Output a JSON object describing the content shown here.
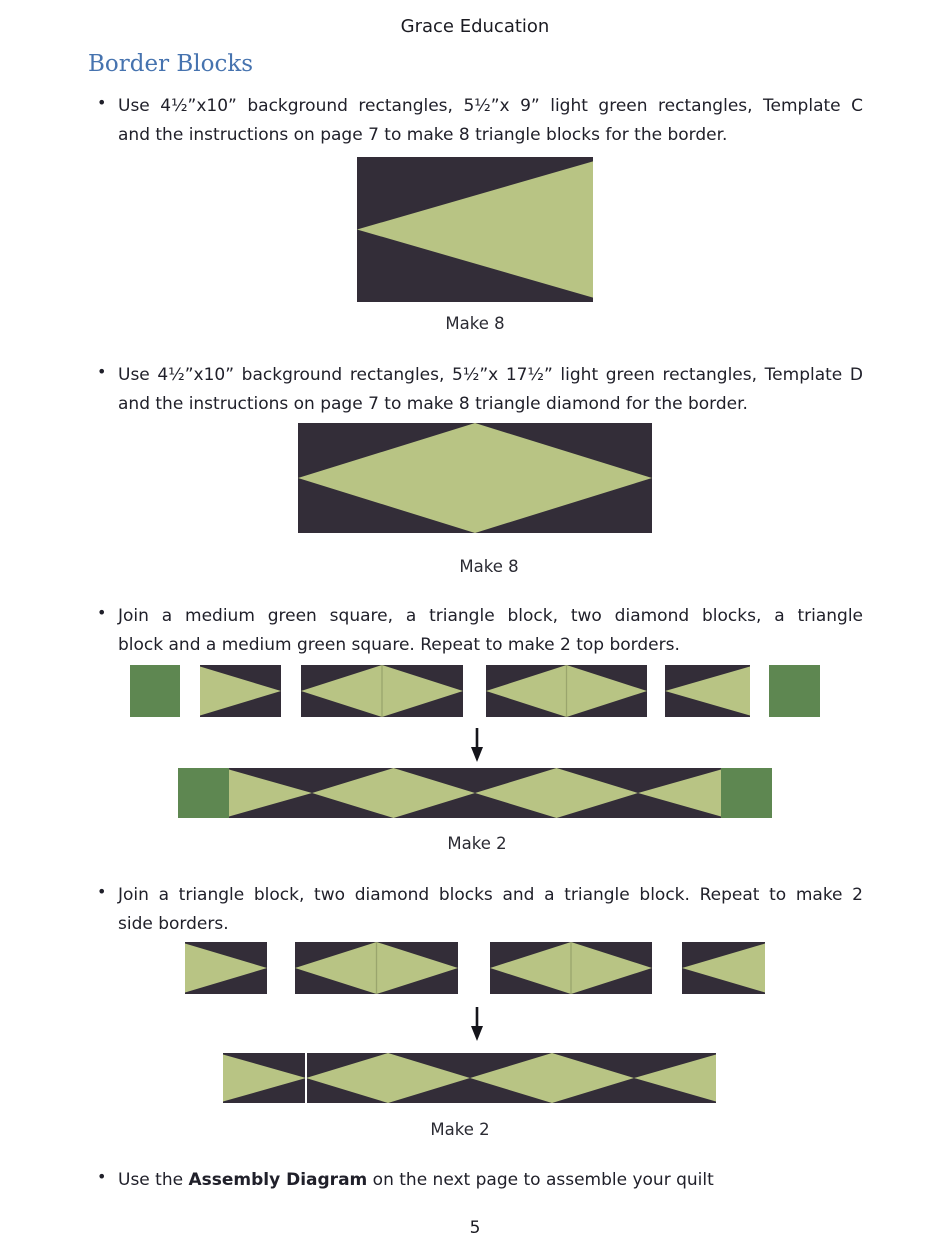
{
  "page": {
    "title": "Grace Education",
    "heading": "Border Blocks",
    "page_number": "5"
  },
  "list": {
    "marker": "•"
  },
  "bullets": {
    "b1": {
      "lines": [
        "Use 4½”x10” background rectangles, 5½”x 9” light green rectangles, Template C",
        "and the instructions on page 7 to make 8 triangle blocks for the border."
      ]
    },
    "b2": {
      "lines": [
        "Use 4½”x10” background rectangles, 5½”x 17½” light green rectangles, Template D",
        "and the instructions on page 7 to make 8 triangle diamond for the border."
      ]
    },
    "b3": {
      "lines": [
        "Join a medium green square, a triangle block, two diamond blocks, a triangle",
        "block and a medium green square. Repeat to make 2 top borders."
      ]
    },
    "b4": {
      "lines": [
        "Join a triangle block, two diamond blocks and a triangle block. Repeat to make 2",
        "side borders."
      ]
    },
    "b5": {
      "prefix": "Use the ",
      "bold": "Assembly Diagram",
      "suffix": " on the next page to assemble your quilt"
    }
  },
  "captions": {
    "triangle_figure": "Make 8",
    "diamond_figure": "Make 8",
    "top_border": "Make 2",
    "side_border": "Make 2"
  },
  "colors": {
    "dark_fabric": "#332d38",
    "light_green": "#b8c484",
    "medium_green": "#5e8751",
    "heading_blue": "#4673af",
    "text": "#20202a"
  }
}
